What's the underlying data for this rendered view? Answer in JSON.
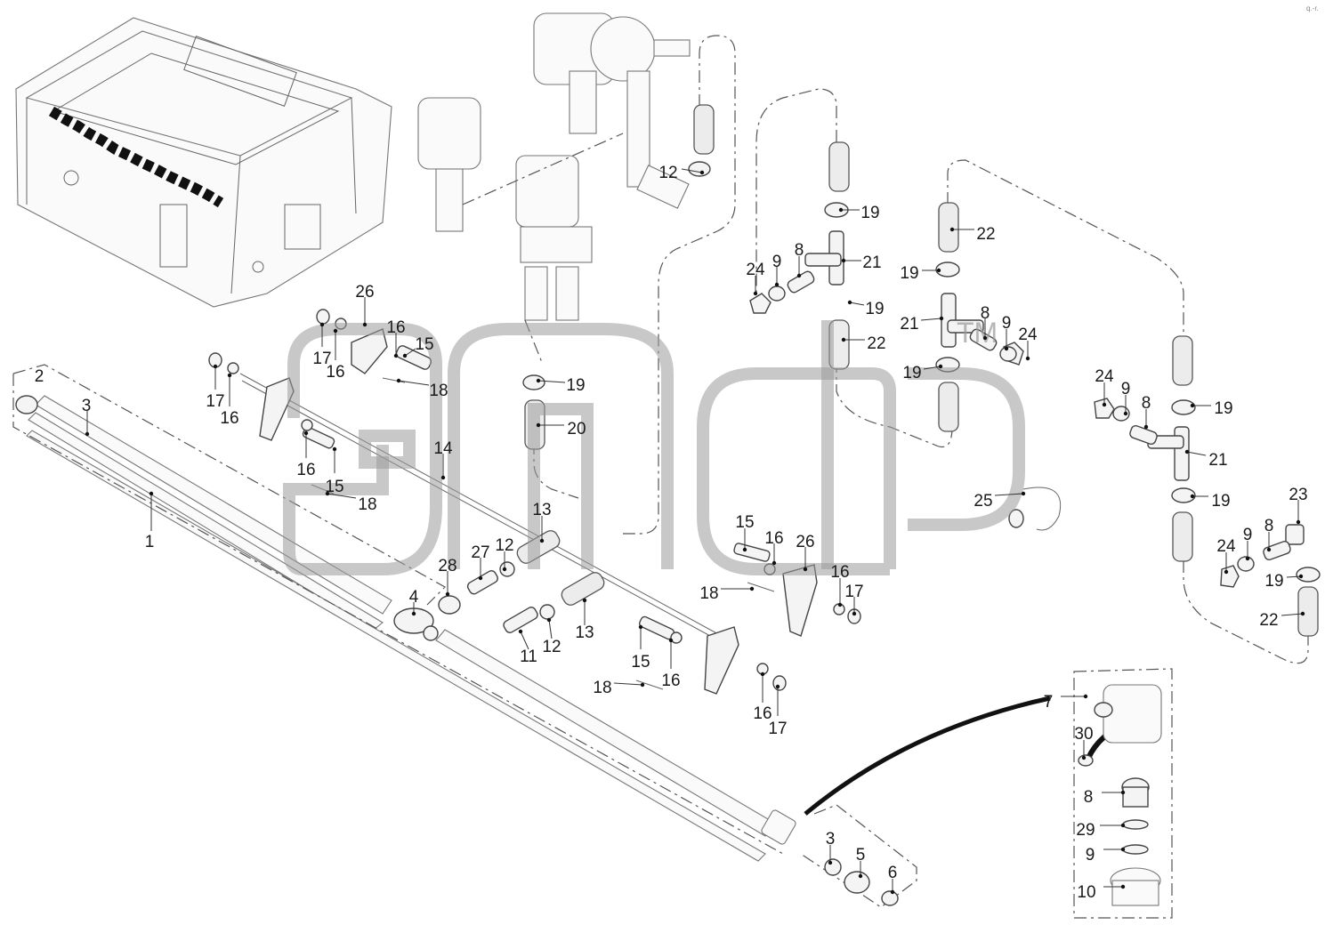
{
  "watermark": {
    "mark": "TM"
  },
  "corner_text": "q.-r.",
  "callouts": [
    {
      "id": "c2",
      "label": "2"
    },
    {
      "id": "c3a",
      "label": "3"
    },
    {
      "id": "c1",
      "label": "1"
    },
    {
      "id": "c26a",
      "label": "26"
    },
    {
      "id": "c17a",
      "label": "17"
    },
    {
      "id": "c16a",
      "label": "16"
    },
    {
      "id": "c16b",
      "label": "16"
    },
    {
      "id": "c15a",
      "label": "15"
    },
    {
      "id": "c18a",
      "label": "18"
    },
    {
      "id": "c17b",
      "label": "17"
    },
    {
      "id": "c16c",
      "label": "16"
    },
    {
      "id": "c16d",
      "label": "16"
    },
    {
      "id": "c15b",
      "label": "15"
    },
    {
      "id": "c18b",
      "label": "18"
    },
    {
      "id": "c14",
      "label": "14"
    },
    {
      "id": "c12a",
      "label": "12"
    },
    {
      "id": "c19a",
      "label": "19"
    },
    {
      "id": "c21a",
      "label": "21"
    },
    {
      "id": "c24a",
      "label": "24"
    },
    {
      "id": "c9a",
      "label": "9"
    },
    {
      "id": "c8a",
      "label": "8"
    },
    {
      "id": "c19b",
      "label": "19"
    },
    {
      "id": "c22a",
      "label": "22"
    },
    {
      "id": "c22b",
      "label": "22"
    },
    {
      "id": "c19c",
      "label": "19"
    },
    {
      "id": "c21b",
      "label": "21"
    },
    {
      "id": "c8b",
      "label": "8"
    },
    {
      "id": "c9b",
      "label": "9"
    },
    {
      "id": "c24b",
      "label": "24"
    },
    {
      "id": "c19d",
      "label": "19"
    },
    {
      "id": "c19e",
      "label": "19"
    },
    {
      "id": "c20",
      "label": "20"
    },
    {
      "id": "c24c",
      "label": "24"
    },
    {
      "id": "c9c",
      "label": "9"
    },
    {
      "id": "c8c",
      "label": "8"
    },
    {
      "id": "c19f",
      "label": "19"
    },
    {
      "id": "c21c",
      "label": "21"
    },
    {
      "id": "c19g",
      "label": "19"
    },
    {
      "id": "c25",
      "label": "25"
    },
    {
      "id": "c23",
      "label": "23"
    },
    {
      "id": "c24d",
      "label": "24"
    },
    {
      "id": "c9d",
      "label": "9"
    },
    {
      "id": "c8d",
      "label": "8"
    },
    {
      "id": "c19h",
      "label": "19"
    },
    {
      "id": "c22c",
      "label": "22"
    },
    {
      "id": "c13a",
      "label": "13"
    },
    {
      "id": "c12b",
      "label": "12"
    },
    {
      "id": "c27",
      "label": "27"
    },
    {
      "id": "c28",
      "label": "28"
    },
    {
      "id": "c4",
      "label": "4"
    },
    {
      "id": "c13b",
      "label": "13"
    },
    {
      "id": "c11",
      "label": "11"
    },
    {
      "id": "c12c",
      "label": "12"
    },
    {
      "id": "c15c",
      "label": "15"
    },
    {
      "id": "c16e",
      "label": "16"
    },
    {
      "id": "c26b",
      "label": "26"
    },
    {
      "id": "c18c",
      "label": "18"
    },
    {
      "id": "c16f",
      "label": "16"
    },
    {
      "id": "c17c",
      "label": "17"
    },
    {
      "id": "c15d",
      "label": "15"
    },
    {
      "id": "c16g",
      "label": "16"
    },
    {
      "id": "c18d",
      "label": "18"
    },
    {
      "id": "c16h",
      "label": "16"
    },
    {
      "id": "c17d",
      "label": "17"
    },
    {
      "id": "c7",
      "label": "7"
    },
    {
      "id": "c30",
      "label": "30"
    },
    {
      "id": "c8e",
      "label": "8"
    },
    {
      "id": "c29",
      "label": "29"
    },
    {
      "id": "c9e",
      "label": "9"
    },
    {
      "id": "c10",
      "label": "10"
    },
    {
      "id": "c3b",
      "label": "3"
    },
    {
      "id": "c5",
      "label": "5"
    },
    {
      "id": "c6",
      "label": "6"
    }
  ]
}
